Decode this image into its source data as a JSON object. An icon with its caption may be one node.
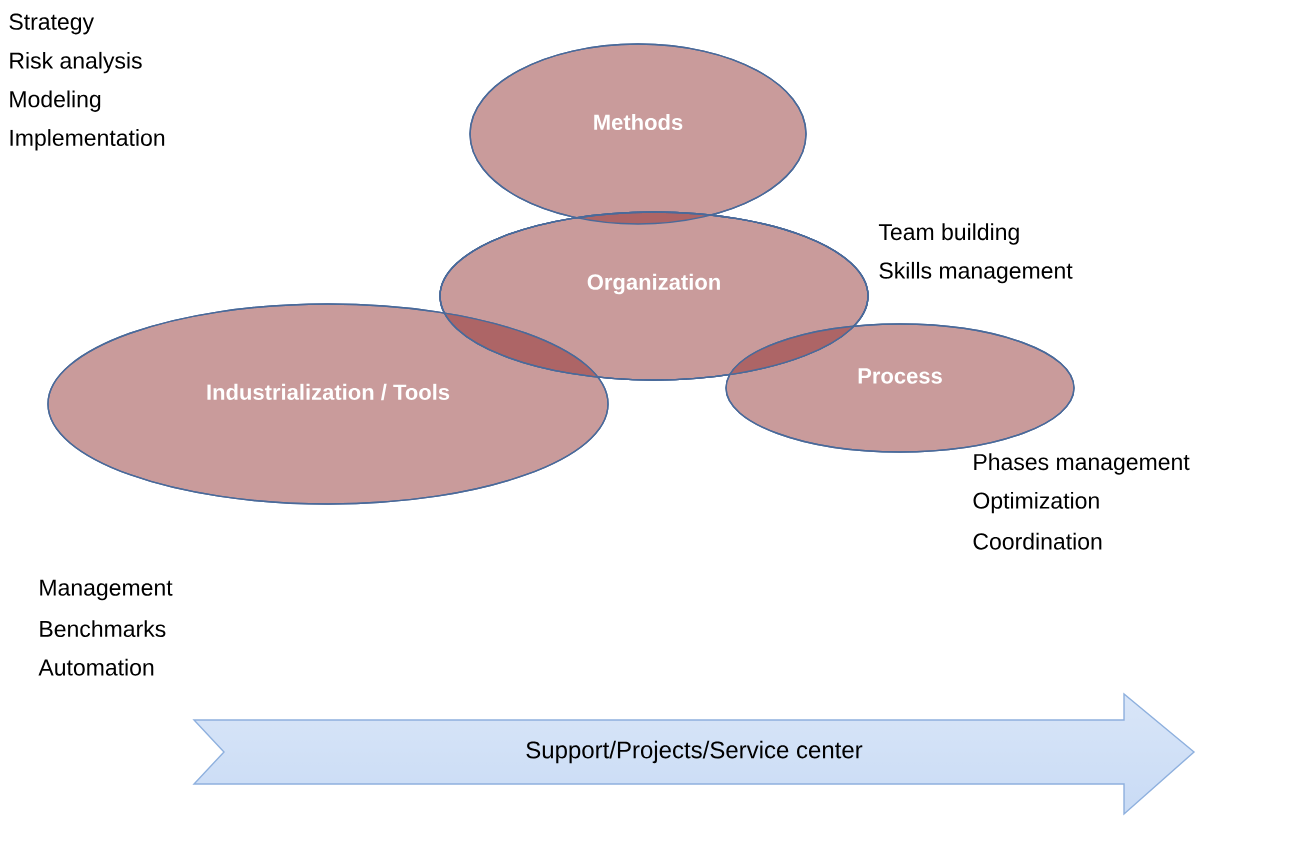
{
  "diagram": {
    "nodes": [
      {
        "text": [
          "Methods"
        ],
        "beside": [
          "Strategy",
          "Risk analysis",
          "Modeling",
          "Implementation"
        ]
      },
      {
        "text": [
          "Organization"
        ],
        "beside": [
          "Team building",
          "Skills management"
        ]
      },
      {
        "text": [
          "Industrialization / Tools"
        ],
        "beside": [
          "Management",
          "Benchmarks",
          "Automation"
        ]
      },
      {
        "text": [
          "Process"
        ],
        "beside": [
          "Phases management",
          "Optimization",
          "Coordination"
        ]
      },
      {
        "text": [
          "Support/Projects/Service center"
        ]
      }
    ]
  }
}
